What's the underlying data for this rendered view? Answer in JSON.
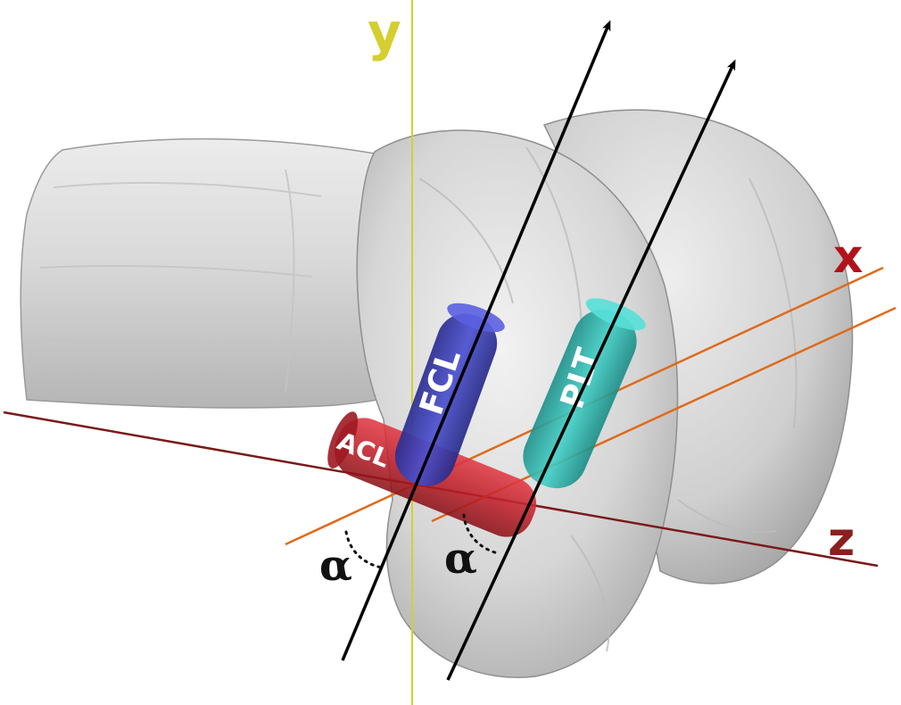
{
  "axes": {
    "y": {
      "label": "y",
      "color": "#d4cf2e"
    },
    "x": {
      "label": "x",
      "color": "#e06a1a",
      "label_color": "#b3121b"
    },
    "z": {
      "label": "z",
      "color": "#7a1a1a",
      "label_color": "#8a1f1f"
    }
  },
  "ligaments": {
    "fcl": {
      "label": "FCL",
      "color": "#3b3fb8"
    },
    "plt": {
      "label": "PLT",
      "color": "#2fb5ad"
    },
    "acl": {
      "label": "ACL",
      "color": "#c0202a"
    }
  },
  "angles": [
    {
      "label": "α"
    },
    {
      "label": "α"
    }
  ],
  "colors": {
    "bone": "#d7d7d7",
    "bone_shadow": "#a8a8a8",
    "arrow": "#000000"
  }
}
